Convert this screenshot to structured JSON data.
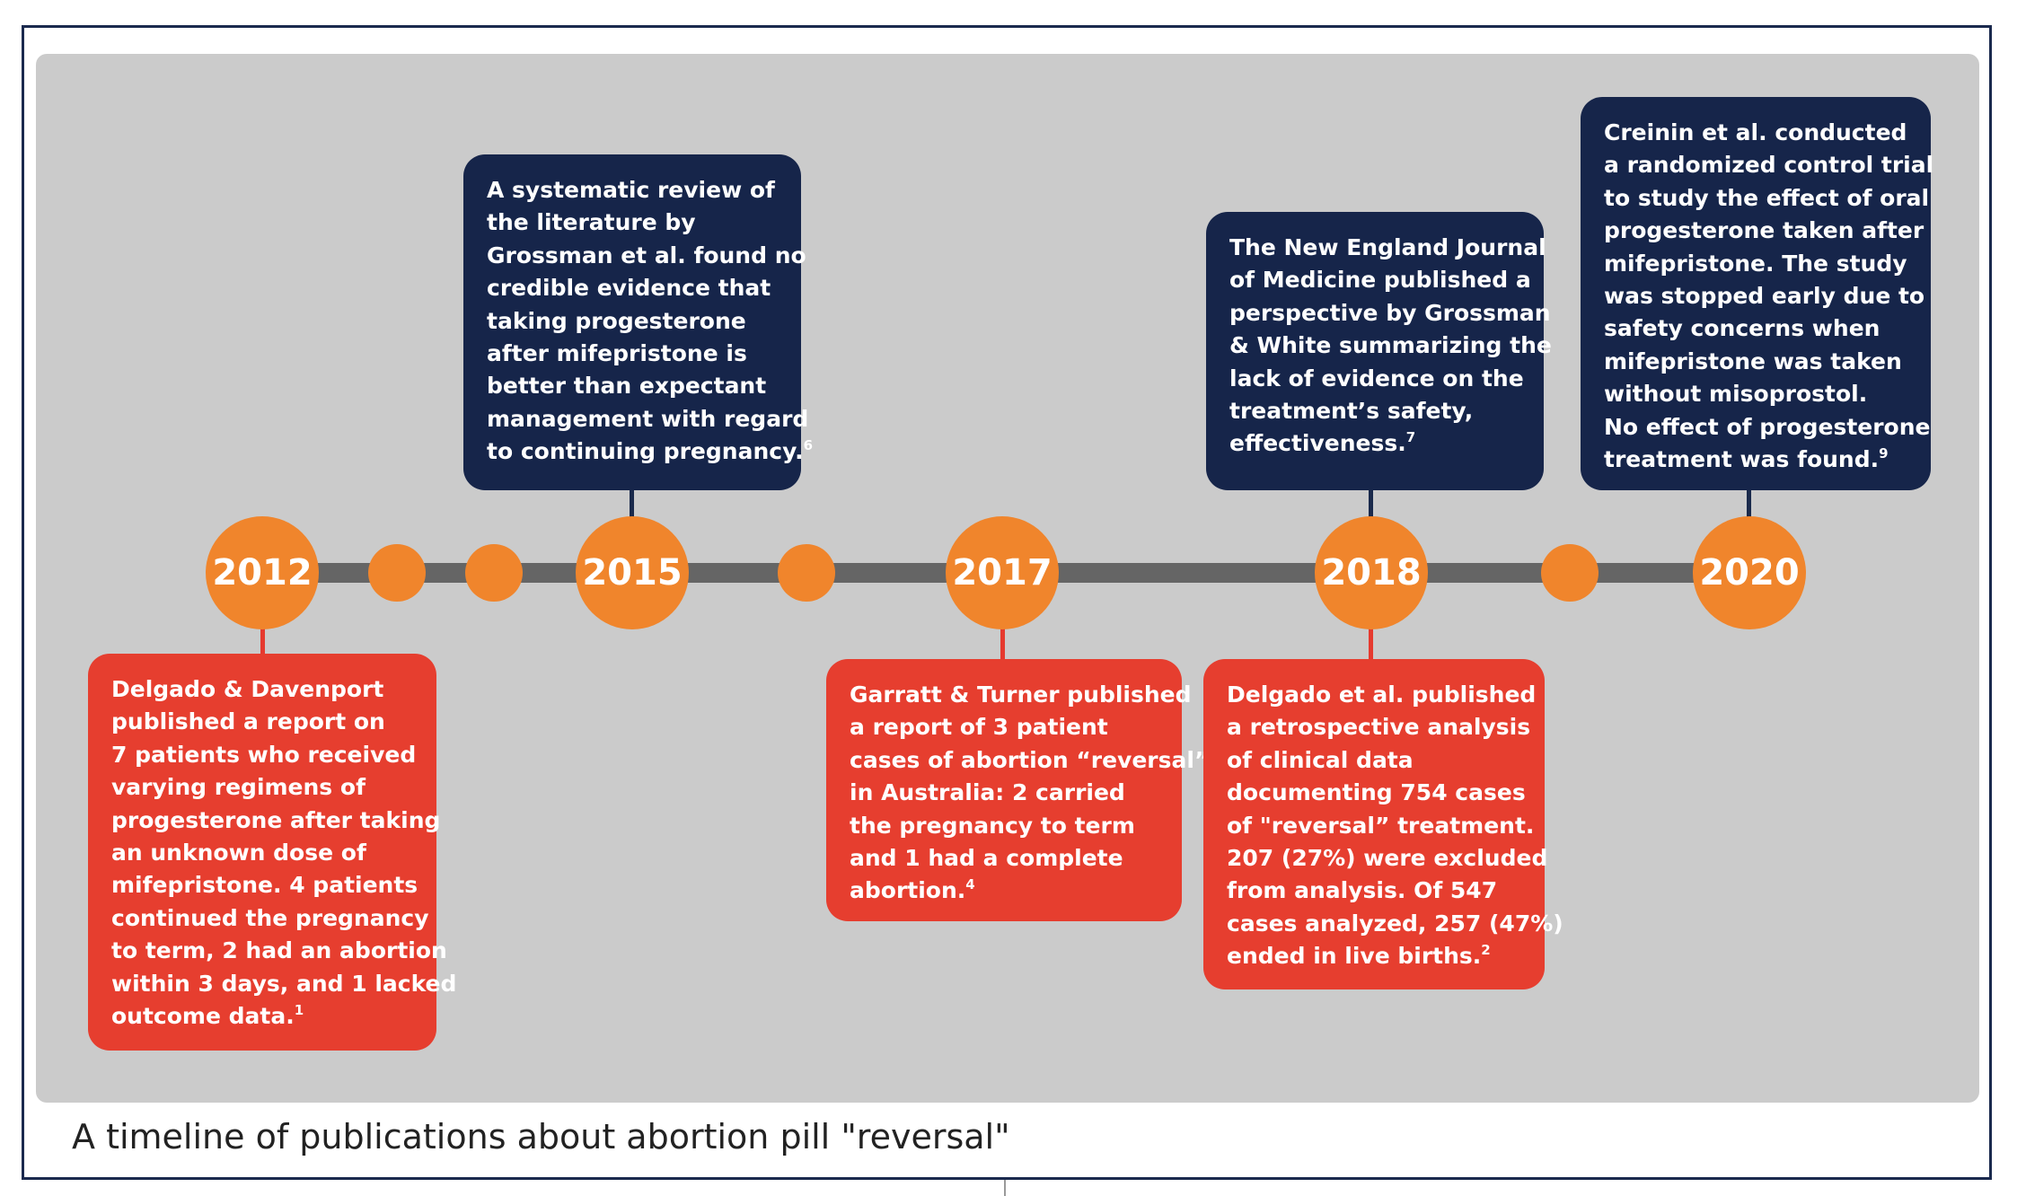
{
  "caption": "A timeline of publications about abortion pill \"reversal\"",
  "colors": {
    "panel_background": "#cbcbcb",
    "frame_border": "#1b2a4e",
    "timeline_bar": "#656565",
    "milestone": "#f0852c",
    "navy_box": "#16254a",
    "red_box": "#e63e2f"
  },
  "years": [
    "2012",
    "2015",
    "2017",
    "2018",
    "2020"
  ],
  "events": {
    "e2012": {
      "year": "2012",
      "lines": [
        "Delgado & Davenport",
        "published a report on",
        "7 patients who received",
        "varying regimens of",
        "progesterone after taking",
        "an unknown dose of",
        "mifepristone. 4 patients",
        "continued the pregnancy",
        "to term, 2 had an abortion",
        "within 3 days, and 1 lacked",
        "outcome data."
      ],
      "ref": "1"
    },
    "e2015": {
      "year": "2015",
      "lines": [
        "A systematic review of",
        "the literature by",
        "Grossman et al. found no",
        "credible evidence that",
        "taking progesterone",
        "after mifepristone is",
        "better than expectant",
        "management with regard",
        "to continuing pregnancy."
      ],
      "ref": "6"
    },
    "e2017": {
      "year": "2017",
      "lines": [
        "Garratt & Turner published",
        "a report of 3 patient",
        "cases of abortion “reversal”",
        "in Australia: 2 carried",
        "the pregnancy to term",
        "and 1 had a complete",
        "abortion."
      ],
      "ref": "4"
    },
    "e2018a": {
      "year": "2018",
      "lines": [
        "The New England Journal",
        "of Medicine published a",
        "perspective by Grossman",
        "& White summarizing the",
        "lack of evidence on the",
        "treatment’s safety,",
        "effectiveness."
      ],
      "ref": "7"
    },
    "e2018b": {
      "year": "2018",
      "lines": [
        "Delgado et al. published",
        "a retrospective analysis",
        "of clinical data",
        "documenting 754 cases",
        "of \"reversal” treatment.",
        "207 (27%) were excluded",
        "from analysis. Of 547",
        "cases analyzed, 257 (47%)",
        "ended in live births."
      ],
      "ref": "2"
    },
    "e2020": {
      "year": "2020",
      "lines": [
        "Creinin et al. conducted",
        "a randomized control trial",
        "to study the effect of oral",
        "progesterone taken after",
        "mifepristone. The study",
        "was stopped early due to",
        "safety concerns when",
        "mifepristone was taken",
        "without misoprostol.",
        "No effect of progesterone",
        "treatment was found."
      ],
      "ref": "9"
    }
  }
}
